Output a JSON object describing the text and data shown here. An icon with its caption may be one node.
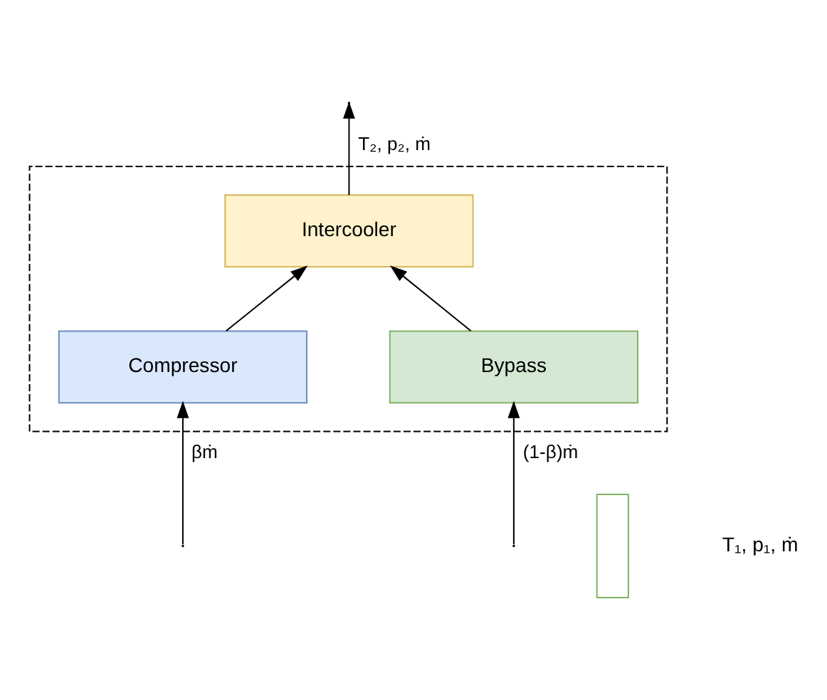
{
  "diagram": {
    "nodes": [
      {
        "text": [],
        "shape": "box"
      },
      {
        "text": [
          "Intercooler"
        ],
        "in": 0
      },
      {
        "text": [
          "Compressor"
        ],
        "in": 0
      },
      {
        "text": [
          "Bypass"
        ],
        "in": 0
      },
      {
        "text": [],
        "shape": "box"
      }
    ],
    "edges": [
      {
        "from": null,
        "to": 2,
        "arrow": "to",
        "label": "βṁ"
      },
      {
        "from": null,
        "to": 3,
        "arrow": "to",
        "label": "(1-β)ṁ"
      },
      {
        "from": 2,
        "to": 1,
        "arrow": "to"
      },
      {
        "from": 3,
        "to": 1,
        "arrow": "to"
      },
      {
        "from": 1,
        "to": null,
        "arrow": "to",
        "label": "T₂, p₂, ṁ"
      }
    ],
    "labels": [
      "T₁, p₁, ṁ"
    ]
  }
}
